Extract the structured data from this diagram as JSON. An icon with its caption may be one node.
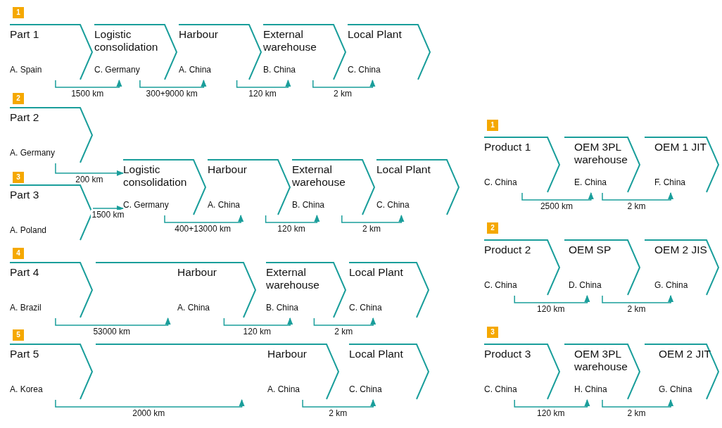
{
  "diagram": {
    "nodes": [
      {
        "text": [
          "Part 1",
          "A. Spain"
        ]
      },
      {
        "text": [
          "Logistic consolidation",
          "C. Germany"
        ]
      },
      {
        "text": [
          "Harbour",
          "A. China"
        ]
      },
      {
        "text": [
          "External warehouse",
          "B. China"
        ]
      },
      {
        "text": [
          "Local Plant",
          "C. China"
        ]
      },
      {
        "text": [
          "Part 2",
          "A. Germany"
        ]
      },
      {
        "text": [
          "Part 3",
          "A. Poland"
        ]
      },
      {
        "text": [
          "Logistic consolidation",
          "C. Germany"
        ]
      },
      {
        "text": [
          "Harbour",
          "A. China"
        ]
      },
      {
        "text": [
          "External warehouse",
          "B. China"
        ]
      },
      {
        "text": [
          "Local Plant",
          "C. China"
        ]
      },
      {
        "text": [
          "Part 4",
          "A. Brazil"
        ]
      },
      {
        "text": [
          "Harbour",
          "A. China"
        ]
      },
      {
        "text": [
          "External warehouse",
          "B. China"
        ]
      },
      {
        "text": [
          "Local Plant",
          "C. China"
        ]
      },
      {
        "text": [
          "Part 5",
          "A. Korea"
        ]
      },
      {
        "text": [
          "Harbour",
          "A. China"
        ]
      },
      {
        "text": [
          "Local Plant",
          "C. China"
        ]
      },
      {
        "text": [
          "Product 1",
          "C. China"
        ]
      },
      {
        "text": [
          "OEM 3PL warehouse",
          "E. China"
        ]
      },
      {
        "text": [
          "OEM 1 JIT",
          "F. China"
        ]
      },
      {
        "text": [
          "Product 2",
          "C. China"
        ]
      },
      {
        "text": [
          "OEM SP",
          "D. China"
        ]
      },
      {
        "text": [
          "OEM 2 JIS",
          "G. China"
        ]
      },
      {
        "text": [
          "Product 3",
          "C. China"
        ]
      },
      {
        "text": [
          "OEM 3PL warehouse",
          "H. China"
        ]
      },
      {
        "text": [
          "OEM 2 JIT",
          "G. China"
        ]
      }
    ],
    "edges": [
      {
        "from": 0,
        "to": 1,
        "arrow": "to",
        "label": "1500 km"
      },
      {
        "from": 1,
        "to": 2,
        "arrow": "to",
        "label": "300+9000 km"
      },
      {
        "from": 2,
        "to": 3,
        "arrow": "to",
        "label": "120 km"
      },
      {
        "from": 3,
        "to": 4,
        "arrow": "to",
        "label": "2 km"
      },
      {
        "from": 5,
        "to": 7,
        "arrow": "to",
        "label": "200 km"
      },
      {
        "from": 6,
        "to": 7,
        "arrow": "to",
        "label": "1500 km"
      },
      {
        "from": 7,
        "to": 8,
        "arrow": "to",
        "label": "400+13000 km"
      },
      {
        "from": 8,
        "to": 9,
        "arrow": "to",
        "label": "120 km"
      },
      {
        "from": 9,
        "to": 10,
        "arrow": "to",
        "label": "2 km"
      },
      {
        "from": 11,
        "to": 12,
        "arrow": "to",
        "label": "53000 km"
      },
      {
        "from": 12,
        "to": 13,
        "arrow": "to",
        "label": "120 km"
      },
      {
        "from": 13,
        "to": 14,
        "arrow": "to",
        "label": "2 km"
      },
      {
        "from": 15,
        "to": 16,
        "arrow": "to",
        "label": "2000 km"
      },
      {
        "from": 16,
        "to": 17,
        "arrow": "to",
        "label": "2 km"
      },
      {
        "from": 18,
        "to": 19,
        "arrow": "to",
        "label": "2500 km"
      },
      {
        "from": 19,
        "to": 20,
        "arrow": "to",
        "label": "2 km"
      },
      {
        "from": 21,
        "to": 22,
        "arrow": "to",
        "label": "120 km"
      },
      {
        "from": 22,
        "to": 23,
        "arrow": "to",
        "label": "2 km"
      },
      {
        "from": 24,
        "to": 25,
        "arrow": "to",
        "label": "120 km"
      },
      {
        "from": 25,
        "to": 26,
        "arrow": "to",
        "label": "2 km"
      }
    ],
    "labels": [
      "1",
      "2",
      "3",
      "4",
      "5",
      "1",
      "2",
      "3"
    ]
  }
}
